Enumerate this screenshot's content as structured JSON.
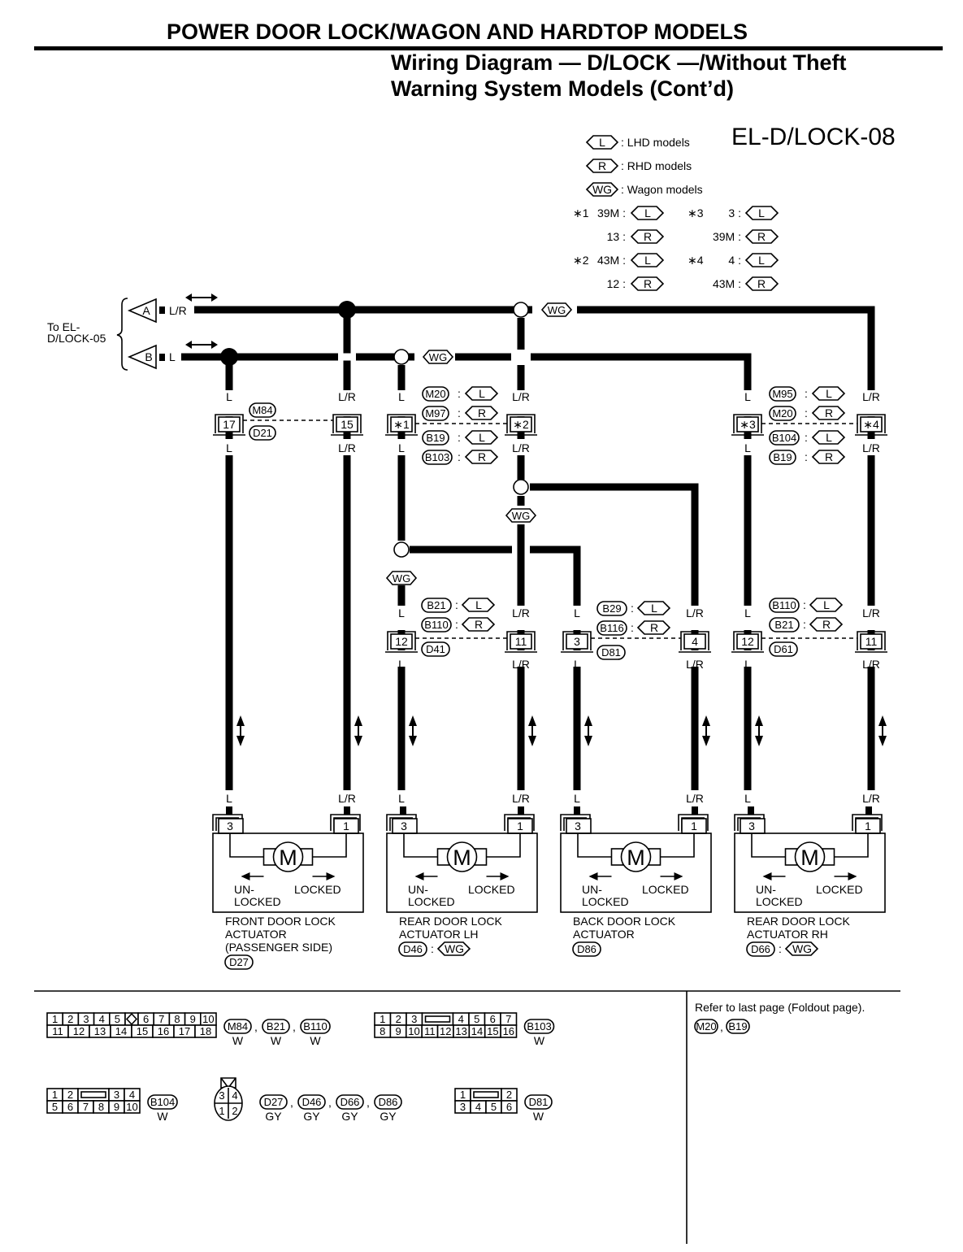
{
  "header": {
    "section_title": "POWER DOOR LOCK/WAGON AND HARDTOP MODELS",
    "subtitle_line1": "Wiring Diagram — D/LOCK —/Without Theft",
    "subtitle_line2": "Warning System Models (Cont’d)",
    "page_code": "EL-D/LOCK-08"
  },
  "legend": {
    "items": [
      {
        "tag": "L",
        "text": ": LHD models"
      },
      {
        "tag": "R",
        "text": ": RHD models"
      },
      {
        "tag": "WG",
        "text": ": Wagon models"
      }
    ],
    "notes": [
      {
        "mark": "∗1",
        "rows": [
          {
            "value": "39M :",
            "tag": "L"
          },
          {
            "value": "13 :",
            "tag": "R"
          }
        ]
      },
      {
        "mark": "∗2",
        "rows": [
          {
            "value": "43M :",
            "tag": "L"
          },
          {
            "value": "12 :",
            "tag": "R"
          }
        ]
      },
      {
        "mark": "∗3",
        "rows": [
          {
            "value": "3 :",
            "tag": "L"
          },
          {
            "value": "39M :",
            "tag": "R"
          }
        ]
      },
      {
        "mark": "∗4",
        "rows": [
          {
            "value": "4 :",
            "tag": "L"
          },
          {
            "value": "43M :",
            "tag": "R"
          }
        ]
      }
    ]
  },
  "inputs": {
    "to_label_line1": "To EL-",
    "to_label_line2": "D/LOCK-05",
    "a": {
      "tag": "A",
      "color": "L/R"
    },
    "b": {
      "tag": "B",
      "color": "L"
    }
  },
  "wires": {
    "l": "L",
    "lr": "L/R",
    "wg": "WG"
  },
  "connectors_top": {
    "c1": {
      "left_pin": "17",
      "right_pin": "15",
      "ids": [
        "M84",
        "D21"
      ]
    },
    "c2": {
      "left_pin": "∗1",
      "right_pin": "∗2",
      "rows": [
        {
          "id": "M20",
          "tag": "L"
        },
        {
          "id": "M97",
          "tag": "R"
        },
        {
          "id": "B19",
          "tag": "L"
        },
        {
          "id": "B103",
          "tag": "R"
        }
      ]
    },
    "c3": {
      "left_pin": "∗3",
      "right_pin": "∗4",
      "rows": [
        {
          "id": "M95",
          "tag": "L"
        },
        {
          "id": "M20",
          "tag": "R"
        },
        {
          "id": "B104",
          "tag": "L"
        },
        {
          "id": "B19",
          "tag": "R"
        }
      ]
    }
  },
  "connectors_mid": {
    "d41": {
      "left_pin": "12",
      "right_pin": "11",
      "rows": [
        {
          "id": "B21",
          "tag": "L"
        },
        {
          "id": "B110",
          "tag": "R"
        }
      ],
      "id": "D41"
    },
    "d81": {
      "left_pin": "3",
      "right_pin": "4",
      "rows": [
        {
          "id": "B29",
          "tag": "L"
        },
        {
          "id": "B116",
          "tag": "R"
        }
      ],
      "id": "D81"
    },
    "d61": {
      "left_pin": "12",
      "right_pin": "11",
      "rows": [
        {
          "id": "B110",
          "tag": "L"
        },
        {
          "id": "B21",
          "tag": "R"
        }
      ],
      "id": "D61"
    }
  },
  "actuators": [
    {
      "pin_left": "3",
      "pin_right": "1",
      "motor": "M",
      "unlocked": [
        "UN-",
        "LOCKED"
      ],
      "locked": "LOCKED",
      "name": [
        "FRONT DOOR LOCK",
        "ACTUATOR",
        "(PASSENGER SIDE)"
      ],
      "connector": "D27",
      "tag": ""
    },
    {
      "pin_left": "3",
      "pin_right": "1",
      "motor": "M",
      "unlocked": [
        "UN-",
        "LOCKED"
      ],
      "locked": "LOCKED",
      "name": [
        "REAR DOOR LOCK",
        "ACTUATOR LH"
      ],
      "connector": "D46",
      "tag": "WG"
    },
    {
      "pin_left": "3",
      "pin_right": "1",
      "motor": "M",
      "unlocked": [
        "UN-",
        "LOCKED"
      ],
      "locked": "LOCKED",
      "name": [
        "BACK DOOR LOCK",
        "ACTUATOR"
      ],
      "connector": "D86",
      "tag": ""
    },
    {
      "pin_left": "3",
      "pin_right": "1",
      "motor": "M",
      "unlocked": [
        "UN-",
        "LOCKED"
      ],
      "locked": "LOCKED",
      "name": [
        "REAR DOOR LOCK",
        "ACTUATOR RH"
      ],
      "connector": "D66",
      "tag": "WG"
    }
  ],
  "connector_views": {
    "v18": {
      "row1": [
        "1",
        "2",
        "3",
        "4",
        "5",
        "6",
        "7",
        "8",
        "9",
        "10"
      ],
      "row2": [
        "11",
        "12",
        "13",
        "14",
        "15",
        "16",
        "17",
        "18"
      ],
      "ids": [
        "M84",
        "B21",
        "B110"
      ],
      "colors": [
        "W",
        "W",
        "W"
      ]
    },
    "v16": {
      "row1": [
        "1",
        "2",
        "3",
        "4",
        "5",
        "6",
        "7"
      ],
      "row2": [
        "8",
        "9",
        "10",
        "11",
        "12",
        "13",
        "14",
        "15",
        "16"
      ],
      "ids": [
        "B103"
      ],
      "colors": [
        "W"
      ]
    },
    "v10": {
      "row1": [
        "1",
        "2",
        "3",
        "4"
      ],
      "row2": [
        "5",
        "6",
        "7",
        "8",
        "9",
        "10"
      ],
      "ids": [
        "B104"
      ],
      "colors": [
        "W"
      ]
    },
    "v4": {
      "row1": [
        "3",
        "4"
      ],
      "row2": [
        "1",
        "2"
      ],
      "ids": [
        "D27",
        "D46",
        "D66",
        "D86"
      ],
      "colors": [
        "GY",
        "GY",
        "GY",
        "GY"
      ]
    },
    "v6": {
      "row1": [
        "1",
        "2"
      ],
      "row2": [
        "3",
        "4",
        "5",
        "6"
      ],
      "ids": [
        "D81"
      ],
      "colors": [
        "W"
      ]
    }
  },
  "foldout_note": {
    "text": "Refer to last page (Foldout page).",
    "ids": [
      "M20",
      "B19"
    ]
  }
}
